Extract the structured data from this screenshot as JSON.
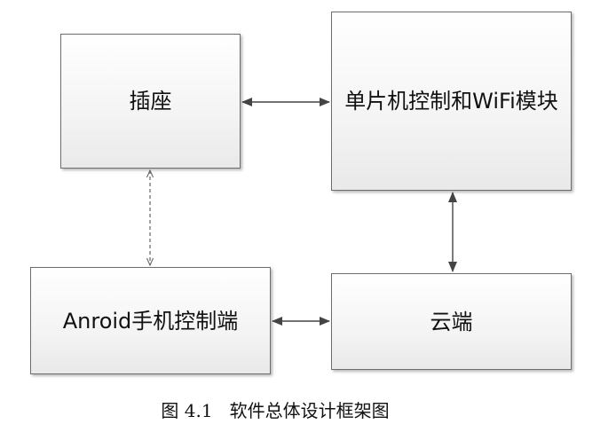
{
  "diagram": {
    "nodes": {
      "socket": {
        "label": "插座"
      },
      "mcu": {
        "label": "单片机控制和WiFi模块"
      },
      "phone": {
        "label": "Anroid手机控制端"
      },
      "cloud": {
        "label": "云端"
      }
    },
    "connections": [
      {
        "from": "socket",
        "to": "mcu",
        "style": "solid",
        "direction": "bidirectional"
      },
      {
        "from": "mcu",
        "to": "cloud",
        "style": "solid",
        "direction": "bidirectional"
      },
      {
        "from": "phone",
        "to": "cloud",
        "style": "solid",
        "direction": "bidirectional"
      },
      {
        "from": "socket",
        "to": "phone",
        "style": "dashed",
        "direction": "bidirectional"
      }
    ],
    "caption": "图 4.1   软件总体设计框架图"
  },
  "colors": {
    "border": "#6d6d6d",
    "arrow": "#444444",
    "text": "#111111"
  }
}
